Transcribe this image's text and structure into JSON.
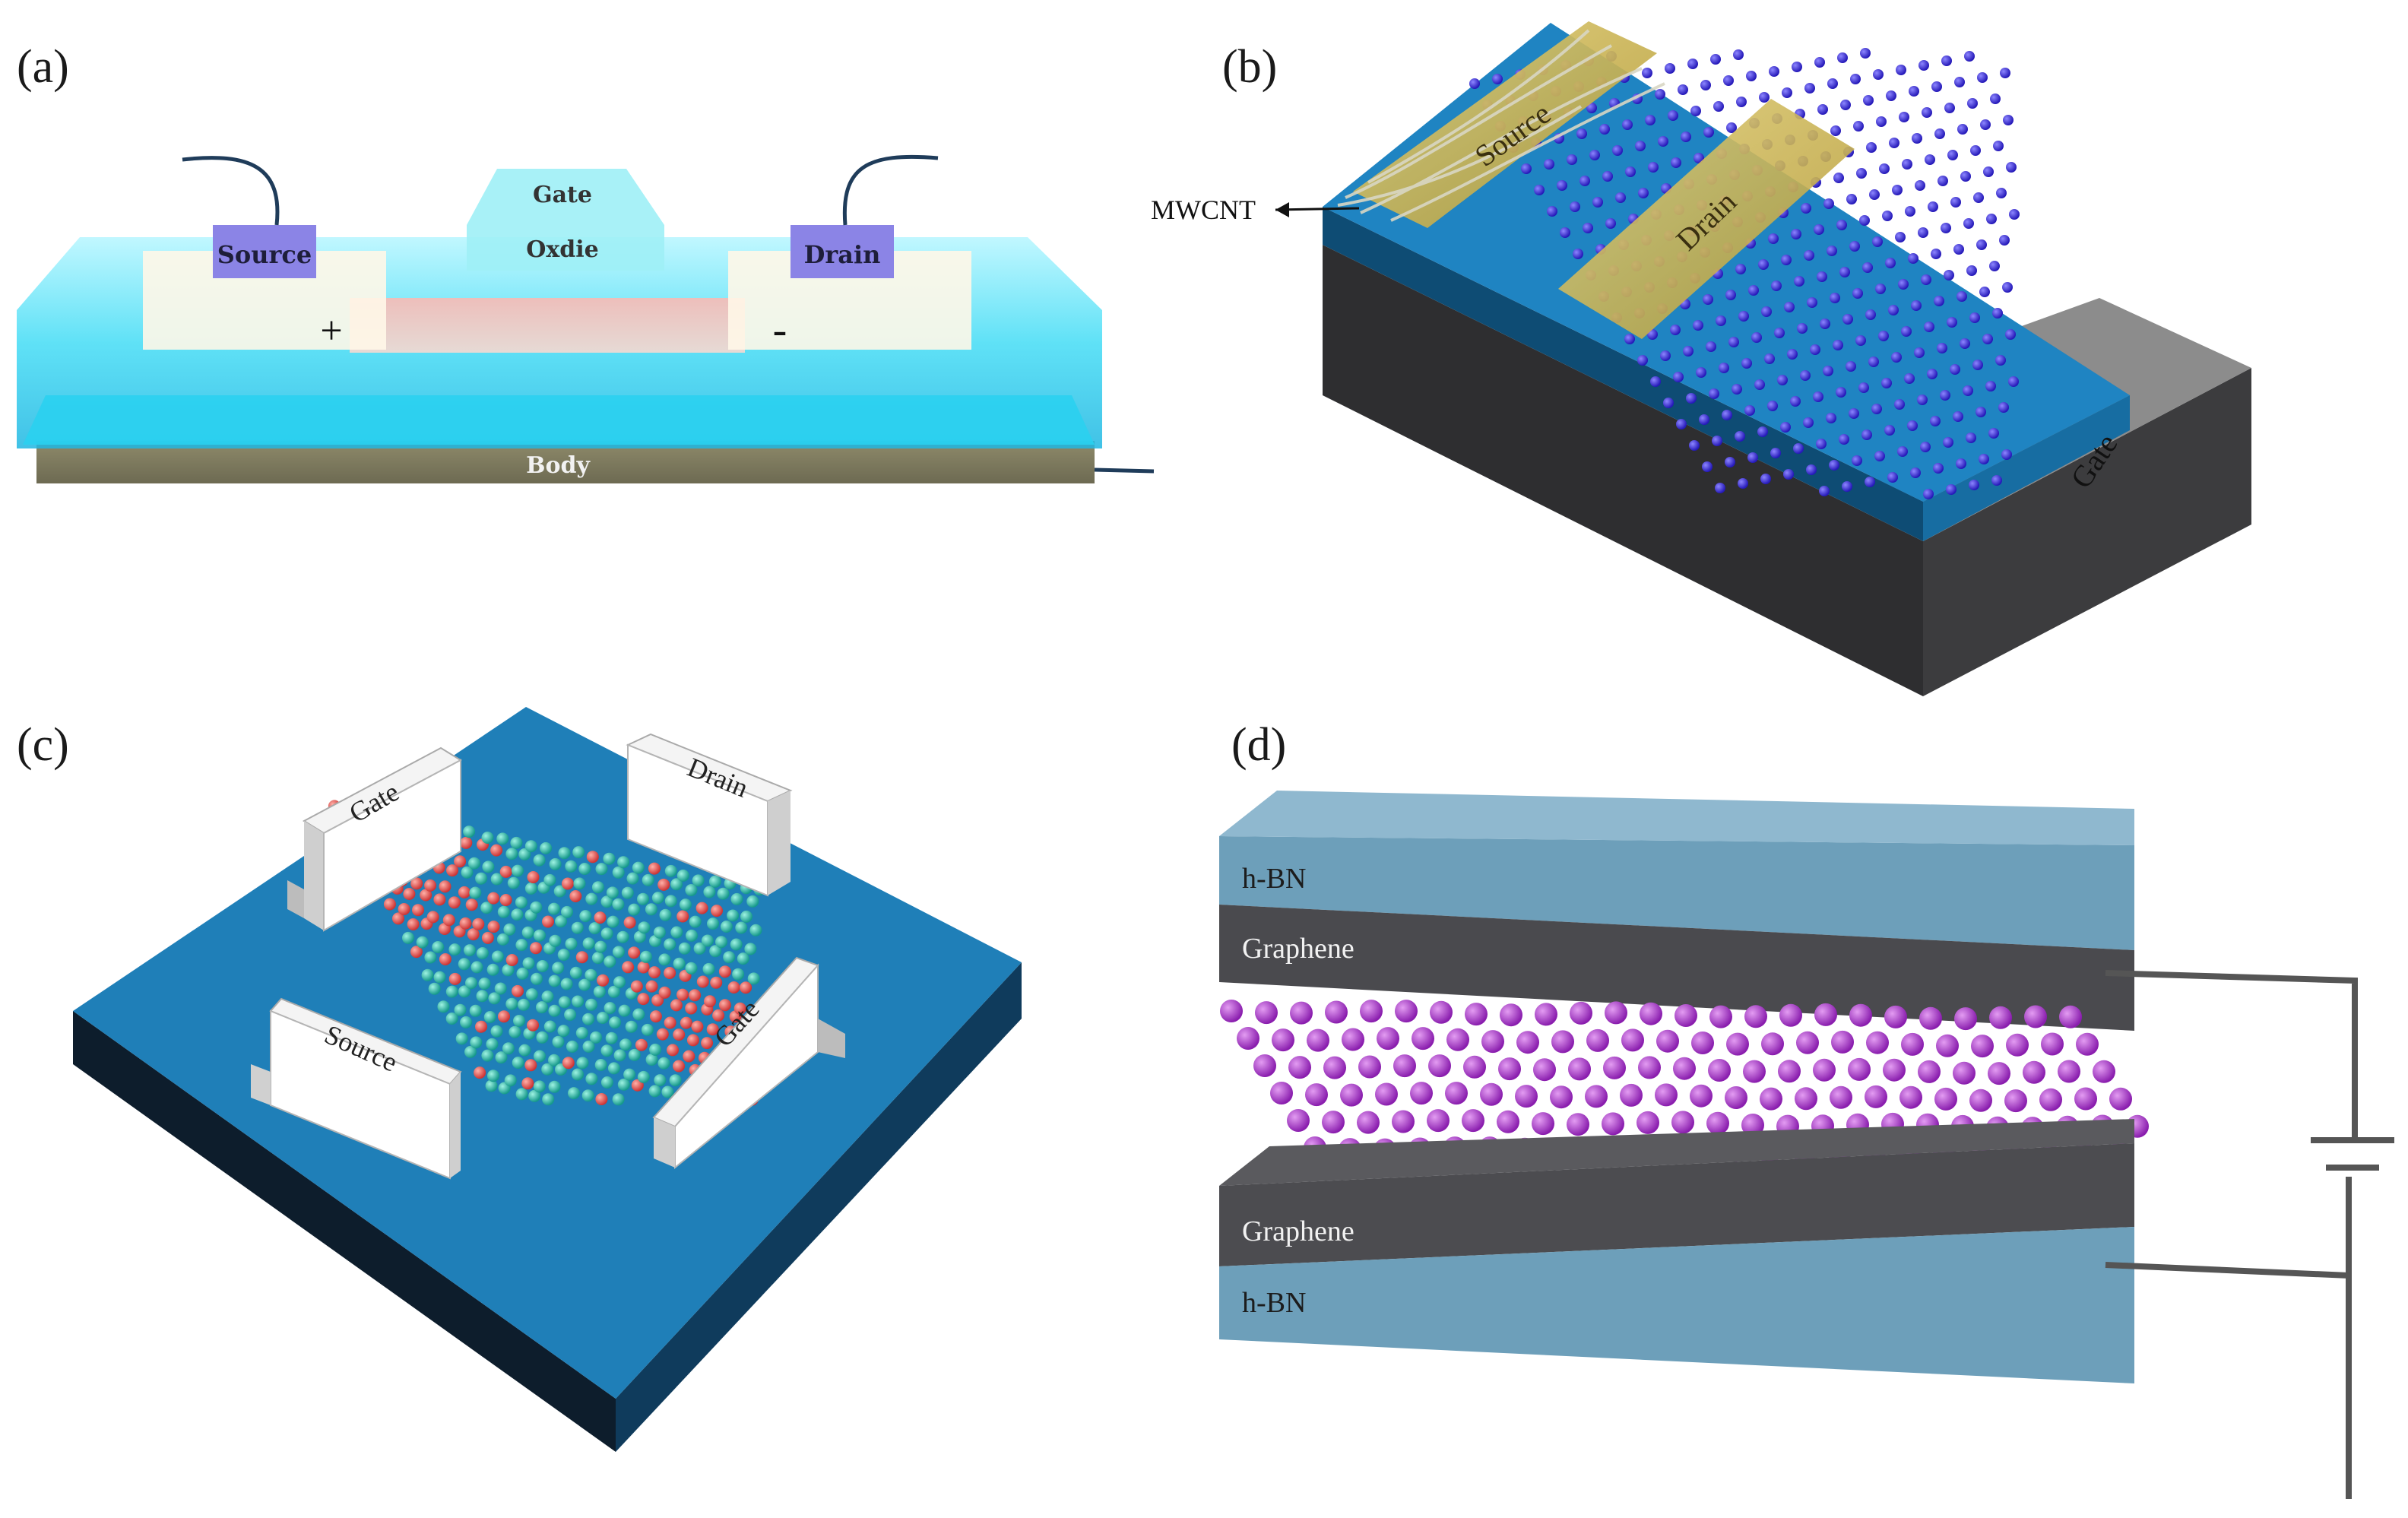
{
  "panels": {
    "a": {
      "label": "(a)",
      "gate": "Gate",
      "oxide": "Oxdie",
      "source": "Source",
      "drain": "Drain",
      "plus": "+",
      "minus": "-",
      "body": "Body"
    },
    "b": {
      "label": "(b)",
      "source": "Source",
      "drain": "Drain",
      "mwcnt": "MWCNT",
      "gate": "Gate"
    },
    "c": {
      "label": "(c)",
      "gate_top": "Gate",
      "drain": "Drain",
      "source": "Source",
      "gate_bottom": "Gate"
    },
    "d": {
      "label": "(d)",
      "hbn_top": "h-BN",
      "graphene_top": "Graphene",
      "graphene_bottom": "Graphene",
      "hbn_bottom": "h-BN"
    }
  },
  "colors": {
    "substrate_blue": "#1f84c2",
    "cyan_glow": "#5fe3f6",
    "contact_purple": "#8b84e6",
    "gold_contact": "#c9b24a",
    "blue_atom": "#3a2fd6",
    "red_atom": "#e05656",
    "teal_atom": "#2bb7a3",
    "purple_atom": "#a23bc4",
    "graphene_gray": "#4a4a4e",
    "hbn_blue": "#5f93ad",
    "gate_gray": "#8c8c8c"
  }
}
